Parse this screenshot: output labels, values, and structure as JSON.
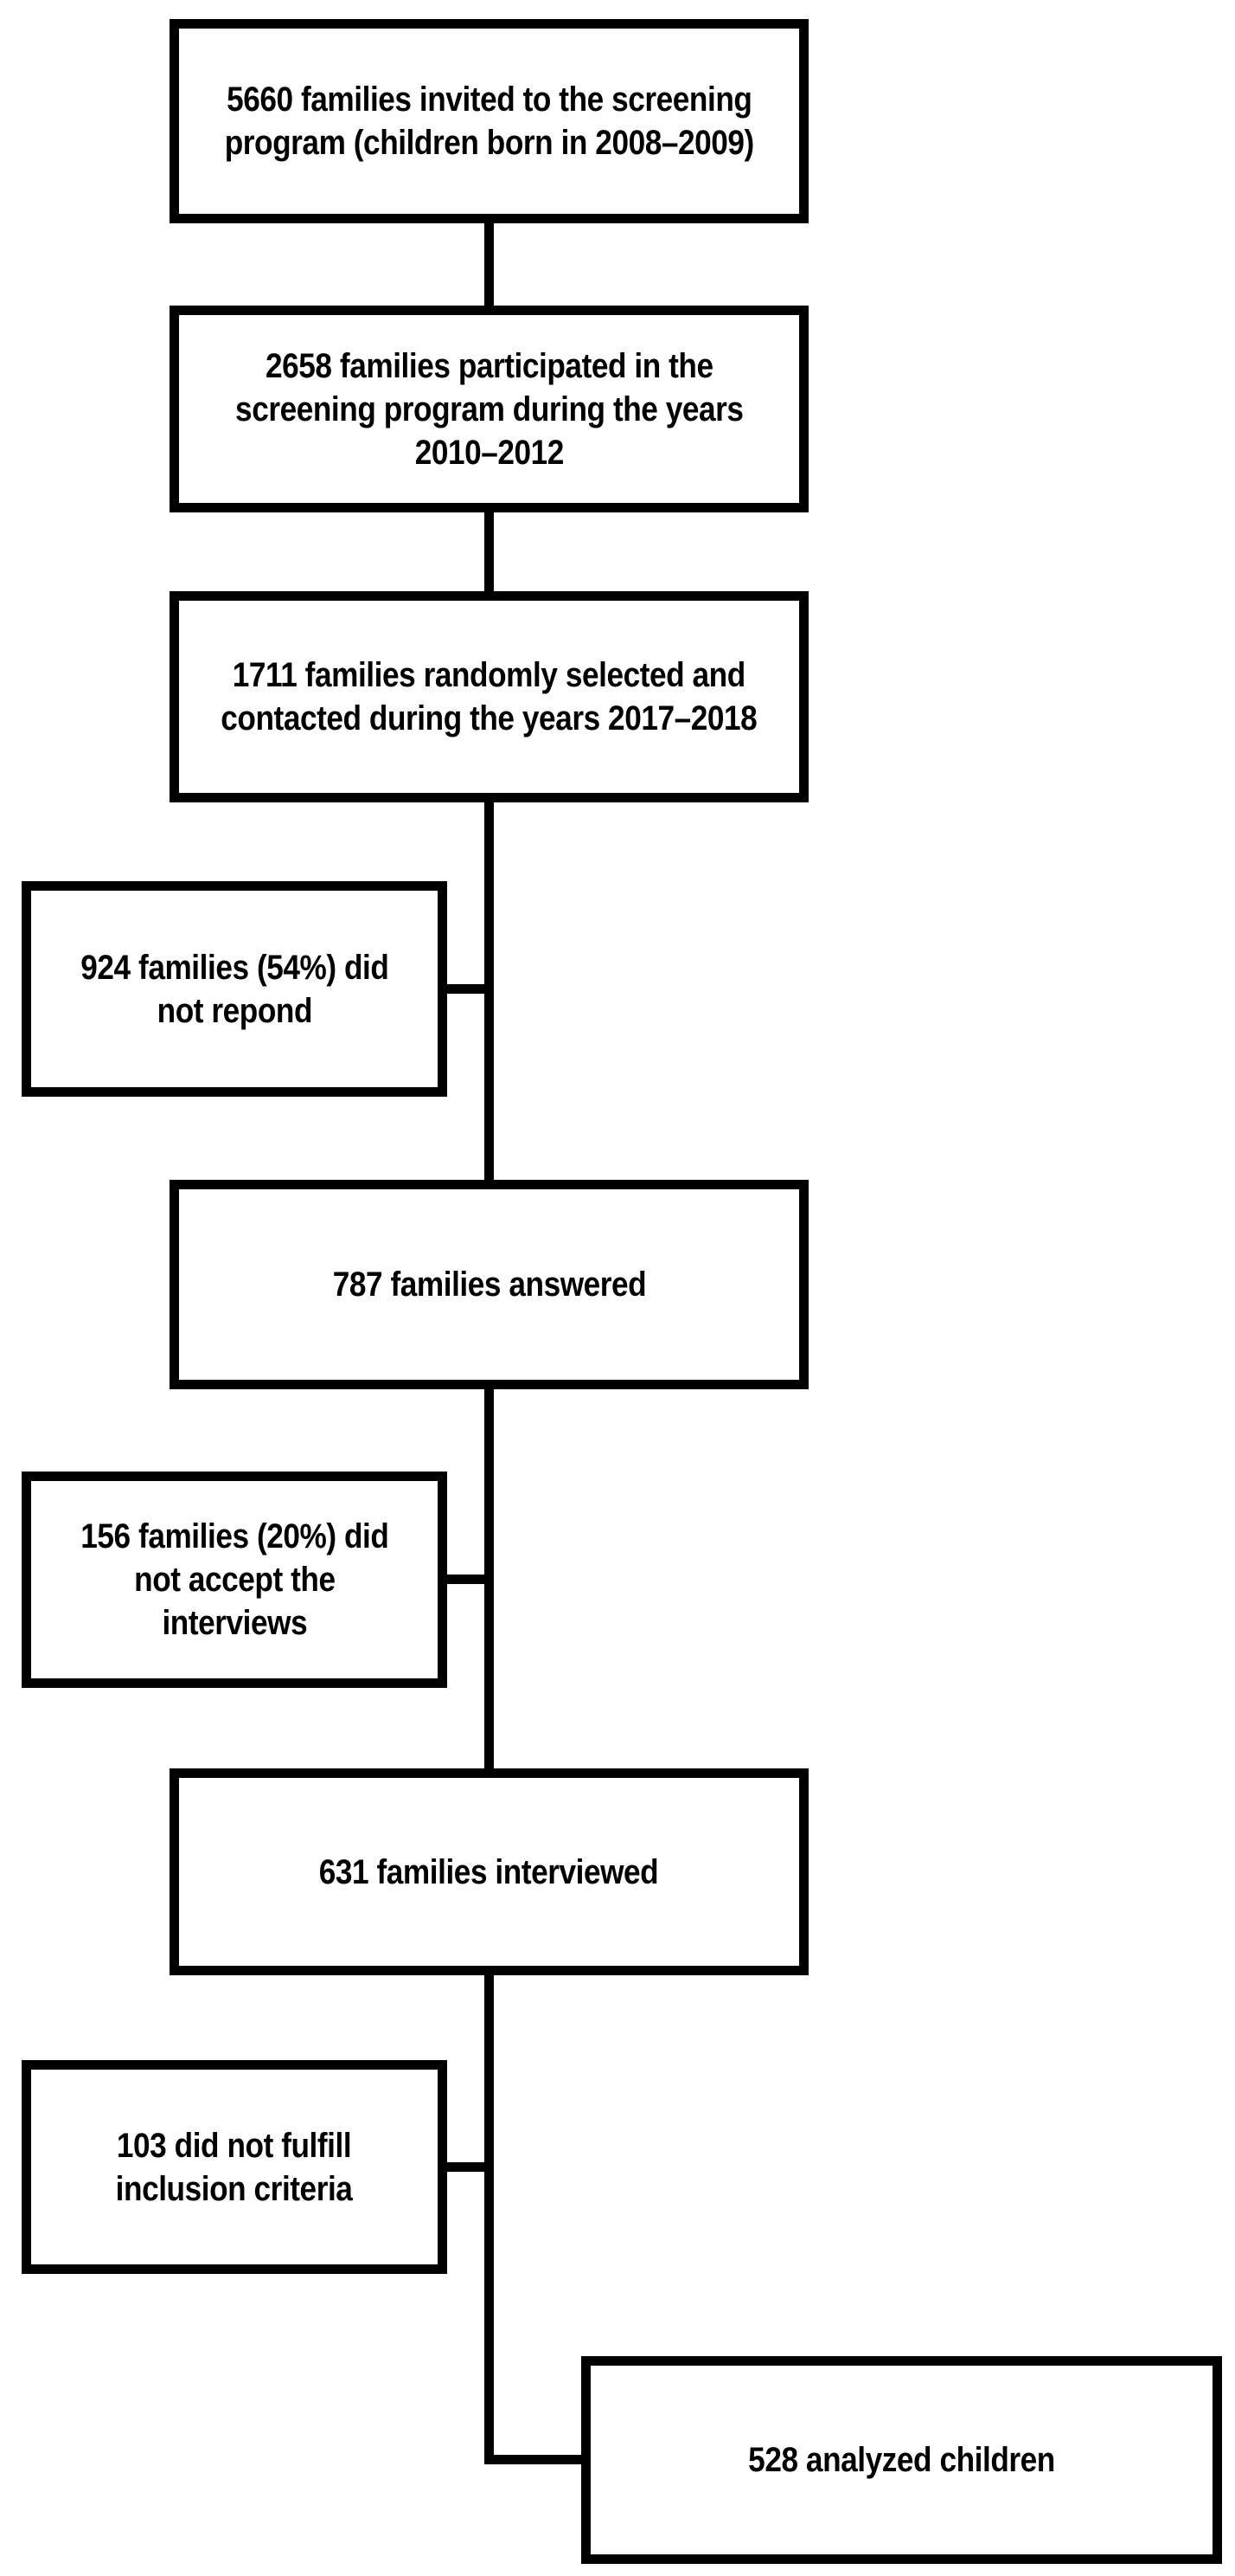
{
  "colors": {
    "background": "#ffffff",
    "line": "#000000",
    "text": "#000000"
  },
  "flow": {
    "invited": {
      "lines": [
        "5660 families invited to the screening",
        "program (children born in 2008–2009)"
      ]
    },
    "participated": {
      "lines": [
        "2658 families participated in the",
        "screening program during the years",
        "2010–2012"
      ]
    },
    "selected": {
      "lines": [
        "1711 families randomly selected and",
        "contacted during the years 2017–2018"
      ]
    },
    "no_response": {
      "lines": [
        "924 families (54%) did",
        "not repond"
      ]
    },
    "answered": {
      "lines": [
        "787 families answered"
      ]
    },
    "declined": {
      "lines": [
        "156 families (20%) did",
        "not accept the",
        "interviews"
      ]
    },
    "interviewed": {
      "lines": [
        "631 families interviewed"
      ]
    },
    "excluded": {
      "lines": [
        "103 did not fulfill",
        "inclusion criteria"
      ]
    },
    "analyzed": {
      "lines": [
        "528 analyzed children"
      ]
    }
  }
}
